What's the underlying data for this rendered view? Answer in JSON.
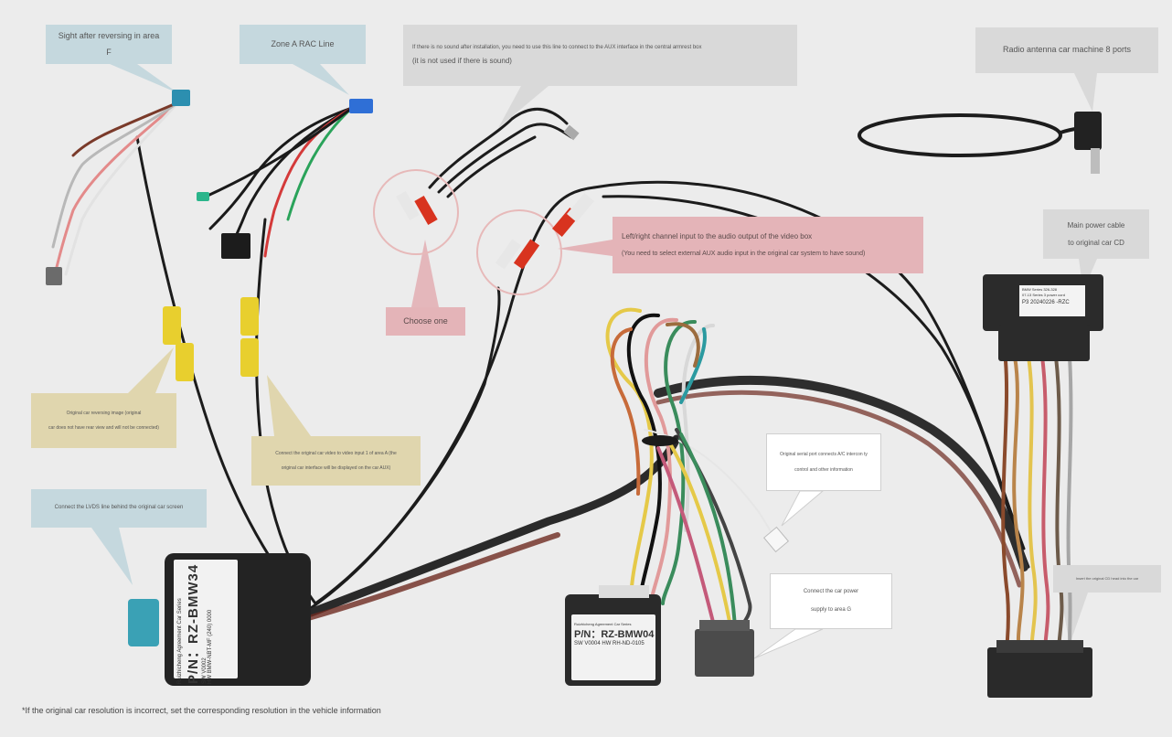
{
  "callouts": {
    "reversing_sight": "Sight after reversing in area F",
    "zone_a_rac": "Zone A RAC Line",
    "no_sound_line1": "If there is no sound after installation, you need to use this line to connect to the AUX interface in the central armrest box",
    "no_sound_line2": "(it is not used if there is sound)",
    "radio_antenna": "Radio antenna car machine 8 ports",
    "main_power_line1": "Main power cable",
    "main_power_line2": "to original car CD",
    "lr_channel_line1": "Left/right channel input to the audio output of the video box",
    "lr_channel_line2": "(You need to select external AUX audio input in the original car system to have sound)",
    "choose_one": "Choose one",
    "orig_reversing_line1": "Original car reversing image (original",
    "orig_reversing_line2": "car does not have rear view and will not be connected)",
    "orig_video_line1": "Connect the original car video to video input 1 of area A (the",
    "orig_video_line2": "original car interface will be displayed on the car AUX)",
    "lvds": "Connect the LVDS line behind the original car screen",
    "orig_serial_line1": "Original serial port connects A/C intercon ty",
    "orig_serial_line2": "control and other information",
    "car_power_line1": "Connect the car power",
    "car_power_line2": "supply to area G",
    "insert_cd": "Insert the original CD head into the car"
  },
  "box_main": {
    "series": "Ruizhicheng Agreement Car Series",
    "pn": "P/N：RZ-BMW34",
    "sw": "SW V0002",
    "hw": "HW BMW-NBT-MF (240) 0000"
  },
  "box_small": {
    "series": "Ruizhicheng Agreement Car Series",
    "pn": "P/N：RZ-BMW04",
    "sw": "SW V0004",
    "hw": "HW RH-ND-0105"
  },
  "main_connector_label": {
    "line1": "BMW Series 326-328",
    "line2": "07-13 Series 3 power cord",
    "line3": "P3 20240226 -RZC"
  },
  "footnote": "*If the original car resolution is incorrect, set the corresponding resolution in the vehicle information",
  "colors": {
    "callout_blue": "#c5d8de",
    "callout_gray": "#d9d9d9",
    "callout_pink": "#e4b4b8",
    "callout_khaki": "#e0d6ae",
    "rca_yellow": "#e8cf2e",
    "rca_red": "#d8331f",
    "fakra_teal": "#3aa1b5",
    "rac_blue": "#2f6fd6",
    "cable_black": "#1c1c1c"
  }
}
